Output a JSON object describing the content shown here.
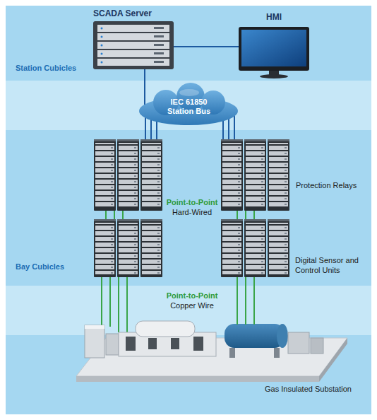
{
  "diagram": {
    "nodes": [
      {
        "text": [
          "SCADA Server"
        ]
      },
      {
        "text": [
          "HMI"
        ]
      },
      {
        "text": [
          "IEC 61850 Station Bus"
        ]
      },
      {
        "text": [
          "Protection Relays"
        ]
      },
      {
        "text": [
          "Digital Sensor and Control Units"
        ]
      },
      {
        "text": [
          "Gas Insulated Substation"
        ]
      }
    ],
    "edges": [
      {
        "from": 0,
        "to": 1,
        "arrow": "none"
      },
      {
        "from": 0,
        "to": 2,
        "arrow": "none"
      },
      {
        "from": 2,
        "to": 3,
        "arrow": "none"
      },
      {
        "from": 3,
        "to": 4,
        "arrow": "none"
      },
      {
        "from": 4,
        "to": 5,
        "arrow": "none"
      }
    ],
    "labels": [
      "Station Cubicles",
      "Point-to-Point",
      "Hard-Wired",
      "Bay Cubicles",
      "Point-to-Point",
      "Copper Wire"
    ]
  }
}
